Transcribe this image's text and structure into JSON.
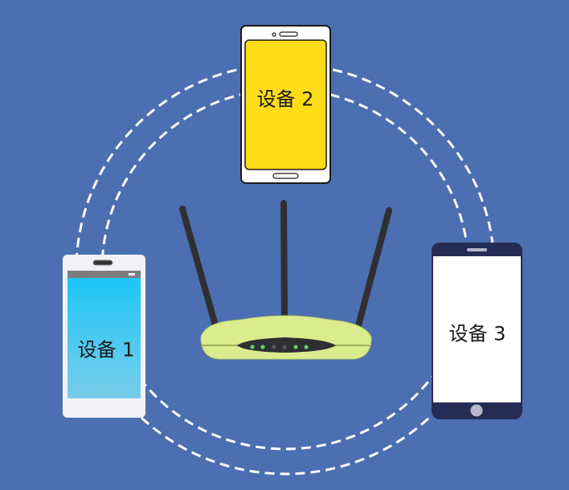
{
  "diagram": {
    "background": "#4b6fb1",
    "router": {
      "leds": [
        "#5fd06a",
        "#5fd06a",
        "#555",
        "#555",
        "#5fd06a",
        "#5fd06a"
      ],
      "body_color": "#dbec8e"
    },
    "devices": [
      {
        "label": "设备 1",
        "screen_color": "#4fc8ee"
      },
      {
        "label": "设备 2",
        "screen_color": "#ffdc1a"
      },
      {
        "label": "设备 3",
        "screen_color": "#ffffff"
      }
    ]
  }
}
